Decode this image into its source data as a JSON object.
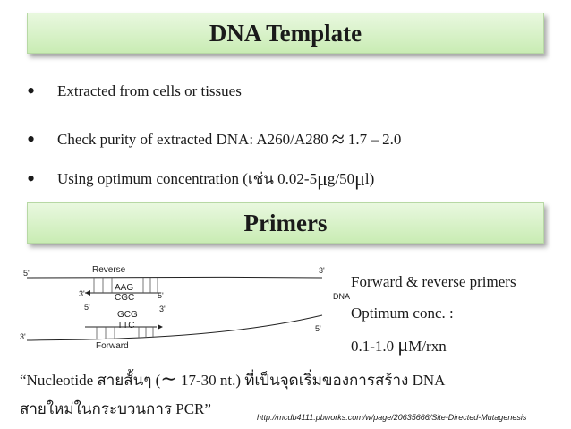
{
  "section1": {
    "title": "DNA Template",
    "bullets": [
      {
        "text": "Extracted from cells or tissues"
      },
      {
        "pre": "Check purity of extracted DNA:  A260/A280",
        "symbol": "≈",
        "post": "1.7 – 2.0"
      },
      {
        "pre": "Using optimum concentration (เช่น 0.02-5",
        "mu1": "μ",
        "mid": "g/50",
        "mu2": "μ",
        "post": "l)"
      }
    ]
  },
  "section2": {
    "title": "Primers",
    "diagram": {
      "reverse_label": "Reverse",
      "forward_label": "Forward",
      "seq_aag": "AAG",
      "seq_cgc": "CGC",
      "seq_gcg": "GCG",
      "seq_ttc": "TTC",
      "five_prime": "5'",
      "three_prime": "3'",
      "dna_label": "DNA"
    },
    "lines": [
      "Forward & reverse primers",
      "Optimum conc. :",
      {
        "pre": "0.1-1.0 ",
        "mu": "μ",
        "post": "M/rxn"
      }
    ],
    "quote_line1": {
      "pre": "“Nucleotide สายสั้นๆ (",
      "tilde": "∼",
      "post": " 17-30 nt.) ที่เป็นจุดเริ่มของการสร้าง DNA"
    },
    "quote_line2": "สายใหม่ในกระบวนการ PCR”",
    "source_url": "http://mcdb4111.pbworks.com/w/page/20635666/Site-Directed-Mutagenesis"
  }
}
